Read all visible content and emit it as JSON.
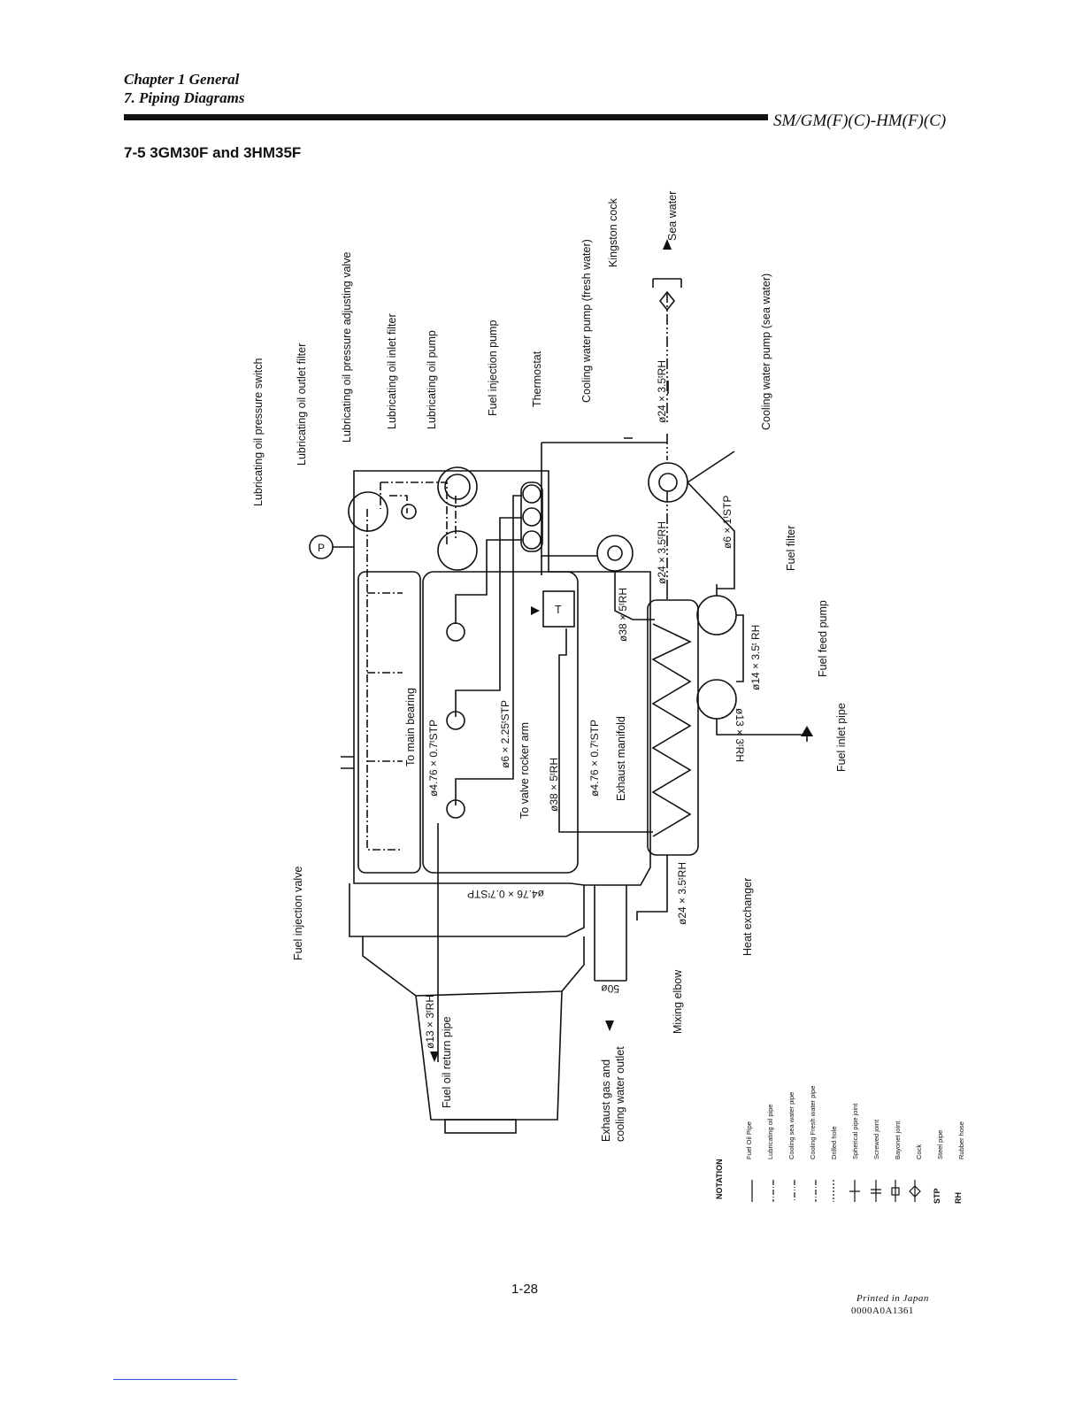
{
  "header": {
    "chapter": "Chapter 1 General",
    "section": "7. Piping Diagrams",
    "model": "SM/GM(F)(C)-HM(F)(C)"
  },
  "title": "7-5 3GM30F and 3HM35F",
  "labels": {
    "lub_pressure_switch": "Lubricating oil pressure switch",
    "lub_outlet_filter": "Lubricating oil outlet filter",
    "lub_adjusting_valve": "Lubricating oil pressure adjusting valve",
    "lub_inlet_filter": "Lubricating oil inlet filter",
    "lub_pump": "Lubricating oil pump",
    "fuel_injection_pump": "Fuel injection pump",
    "thermostat": "Thermostat",
    "cw_pump_fresh": "Cooling water pump (fresh water)",
    "kingston_cock": "Kingston cock",
    "sea_water": "Sea water",
    "cw_pump_sea": "Cooling water pump (sea water)",
    "fuel_filter": "Fuel filter",
    "fuel_feed_pump": "Fuel feed pump",
    "fuel_inlet_pipe": "Fuel inlet pipe",
    "heat_exchanger": "Heat exchanger",
    "mixing_elbow": "Mixing elbow",
    "exhaust_outlet_1": "Exhaust gas and",
    "exhaust_outlet_2": "cooling water outlet",
    "fuel_return_pipe": "Fuel oil return pipe",
    "fuel_injection_valve": "Fuel injection valve",
    "to_main_bearing": "To main bearing",
    "to_valve_rocker_arm": "To valve rocker arm",
    "exhaust_manifold": "Exhaust manifold",
    "thermostat_mark": "T",
    "pressure_mark": "P"
  },
  "dimensions": {
    "d24_rh_a": "ø24 × 3.5ᵗRH",
    "d24_rh_b": "ø24 × 3.5ᵗRH",
    "d24_rh_c": "ø24 × 3.5ᵗRH",
    "d6_stp": "ø6 × 1ᵗSTP",
    "d14_rh": "ø14 × 3.5ᵗ RH",
    "d13_rh_inlet": "ø13 × 3ᵗRH",
    "d38_rh_a": "ø38 × 5ᵗRH",
    "d38_rh_b": "ø38 × 5ᵗRH",
    "d476_stp_a": "ø4.76 × 0.7ᵗSTP",
    "d476_stp_b": "ø4.76 × 0.7ᵗSTP",
    "d476_stp_c": "ø4.76 × 0.7ᵗSTP",
    "d6_225_stp": "ø6 × 2.25ᵗSTP",
    "d13_rh_return": "ø13 × 3ᵗRH",
    "d50": "50ø"
  },
  "notation": {
    "title": "NOTATION",
    "items": [
      {
        "symbol": "",
        "label": "Fuel Oil Pipe"
      },
      {
        "symbol": "",
        "label": "Lubricating oil pipe"
      },
      {
        "symbol": "",
        "label": "Cooling sea water pipe"
      },
      {
        "symbol": "",
        "label": "Cooling Fresh water pipe"
      },
      {
        "symbol": "",
        "label": "Drilled hole"
      },
      {
        "symbol": "",
        "label": "Spherical pipe joint"
      },
      {
        "symbol": "",
        "label": "Screwed joint"
      },
      {
        "symbol": "",
        "label": "Bayonet joint"
      },
      {
        "symbol": "",
        "label": "Cock"
      },
      {
        "symbol": "STP",
        "label": "Steel pipe"
      },
      {
        "symbol": "RH",
        "label": "Rubber hose"
      }
    ]
  },
  "footer": {
    "page": "1-28",
    "printed": "Printed in Japan",
    "code": "0000A0A1361"
  }
}
